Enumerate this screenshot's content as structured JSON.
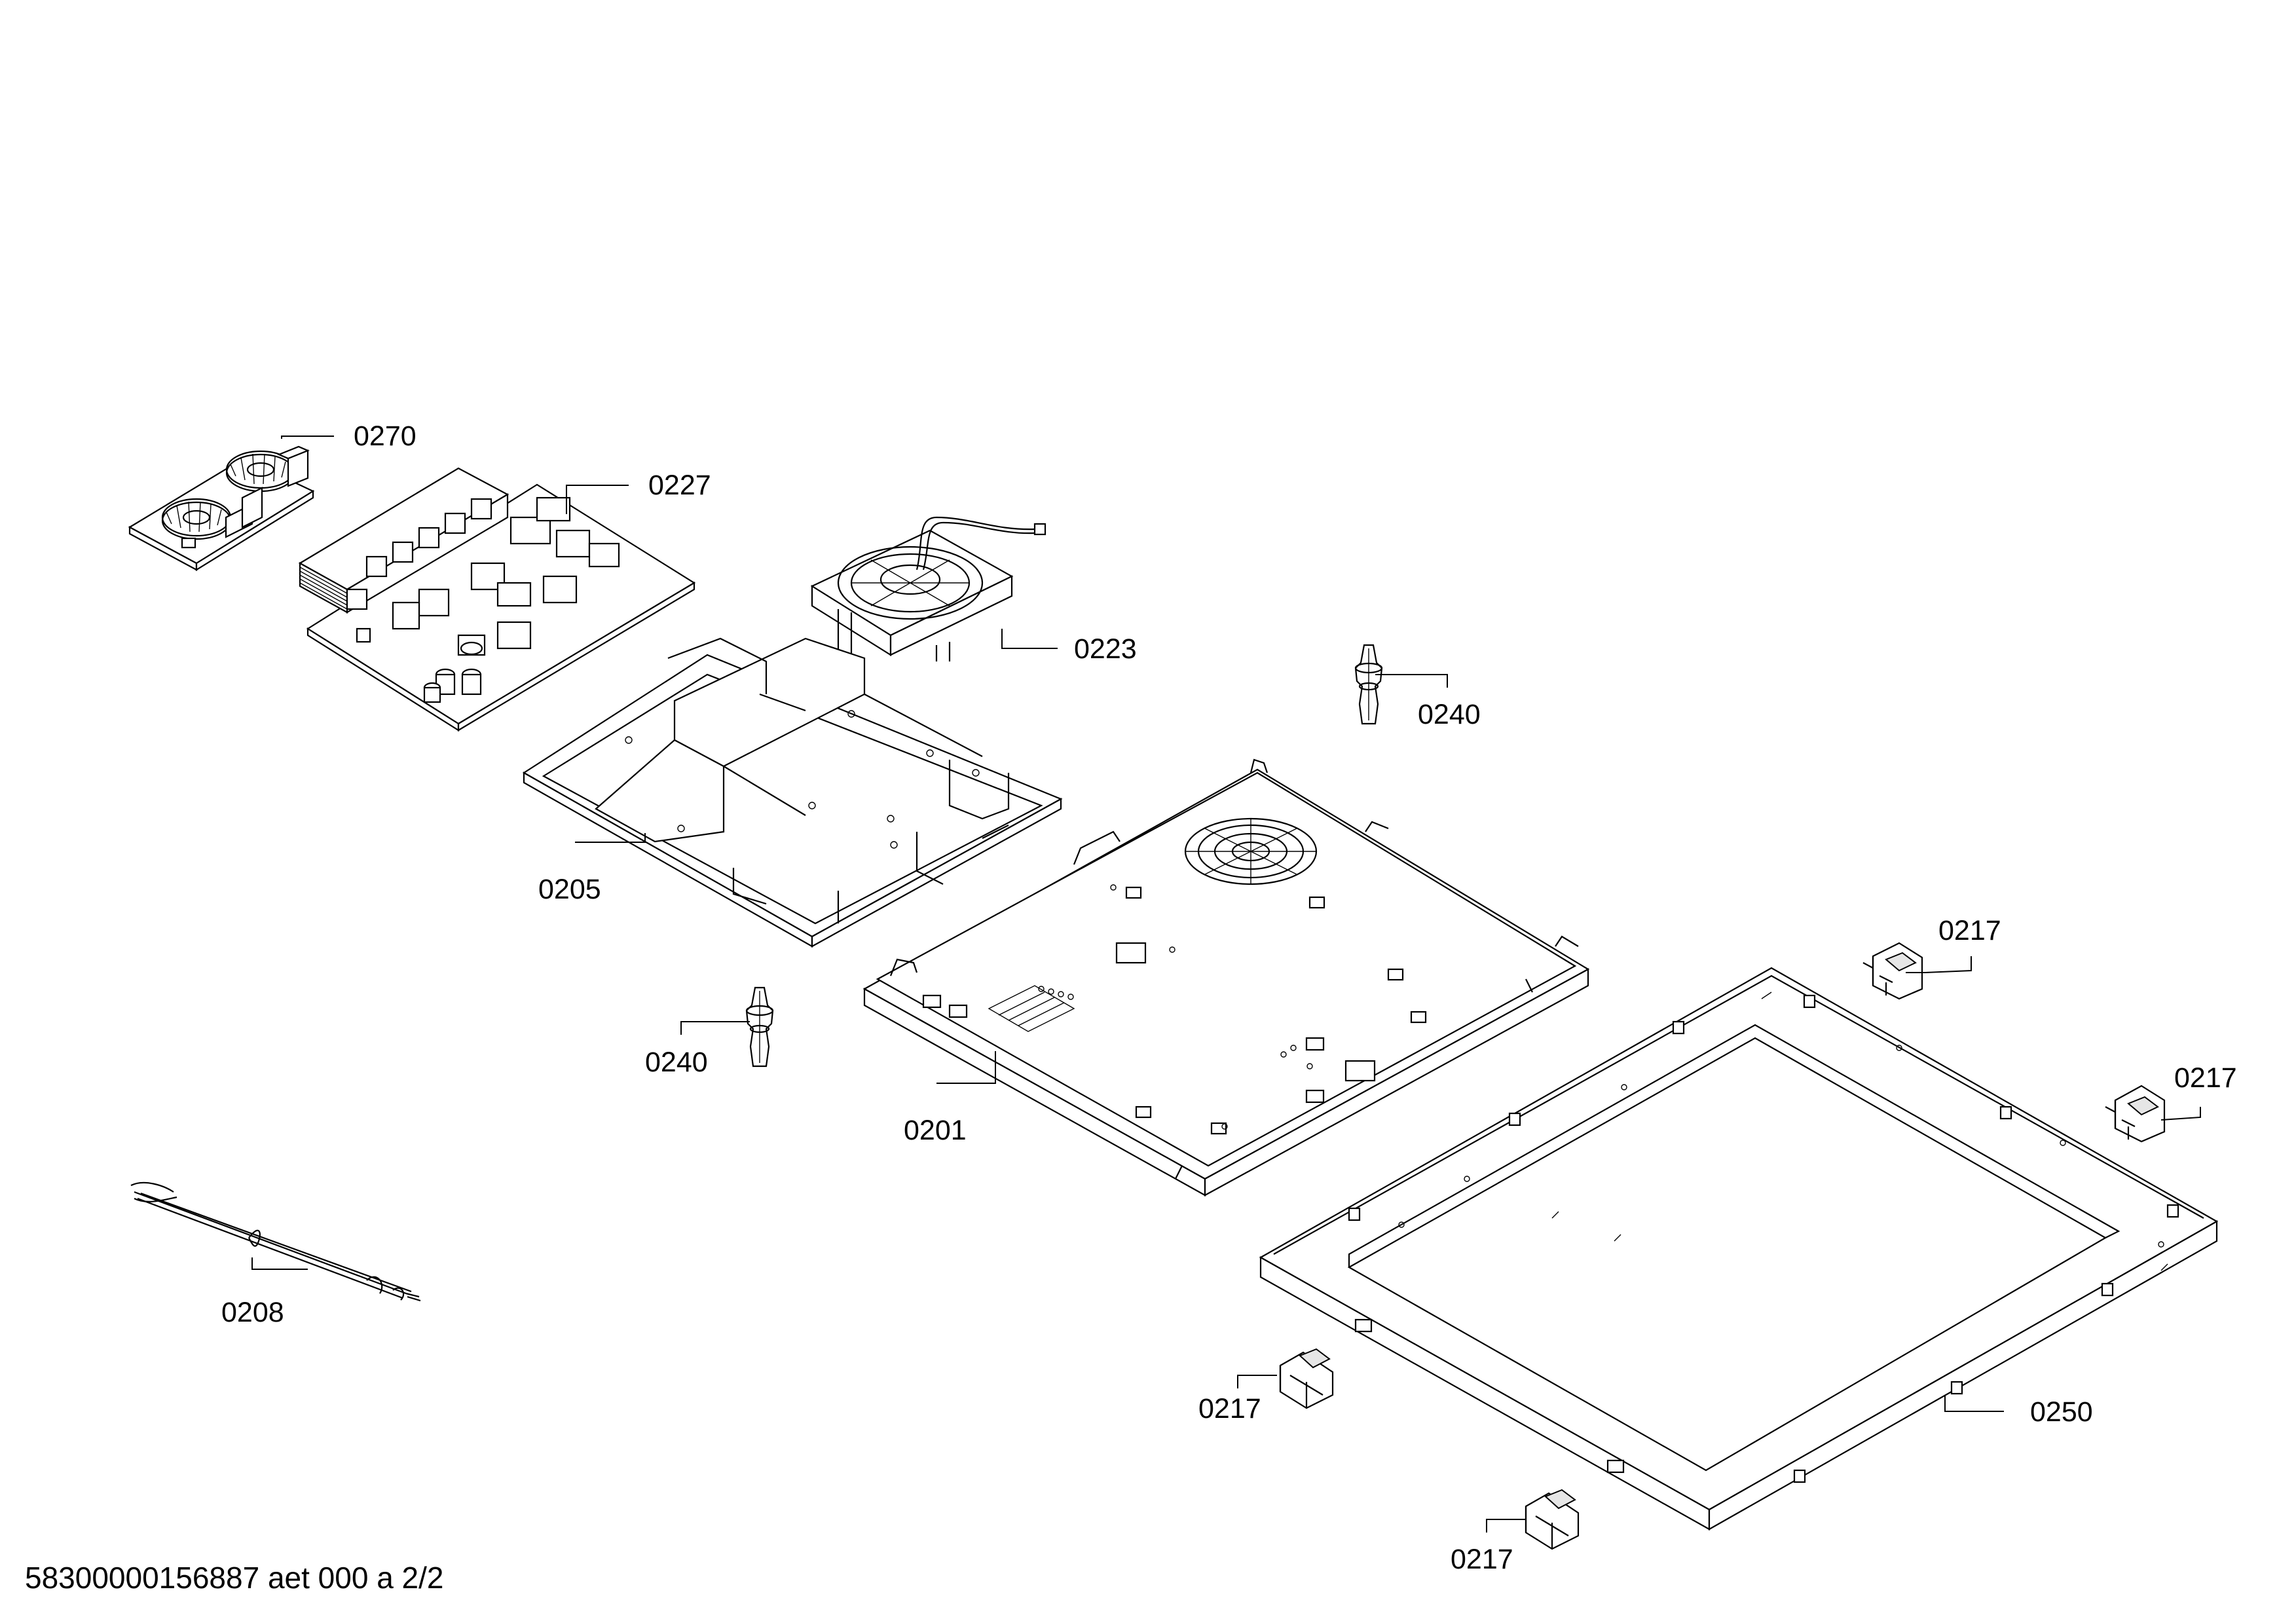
{
  "diagram": {
    "callouts": [
      {
        "id": "c0270",
        "label": "0270"
      },
      {
        "id": "c0227",
        "label": "0227"
      },
      {
        "id": "c0223",
        "label": "0223"
      },
      {
        "id": "c0240a",
        "label": "0240"
      },
      {
        "id": "c0205",
        "label": "0205"
      },
      {
        "id": "c0217a",
        "label": "0217"
      },
      {
        "id": "c0240b",
        "label": "0240"
      },
      {
        "id": "c0201",
        "label": "0201"
      },
      {
        "id": "c0217b",
        "label": "0217"
      },
      {
        "id": "c0208",
        "label": "0208"
      },
      {
        "id": "c0250",
        "label": "0250"
      },
      {
        "id": "c0217c",
        "label": "0217"
      },
      {
        "id": "c0217d",
        "label": "0217"
      }
    ],
    "footer": "58300000156887 aet 000 a 2/2"
  }
}
